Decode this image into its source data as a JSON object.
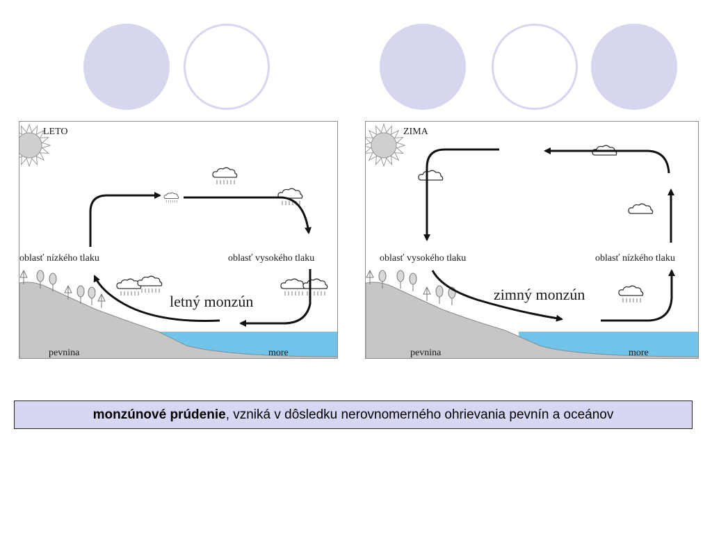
{
  "summer": {
    "season": "LETO",
    "low_pressure": "oblasť nízkého tlaku",
    "high_pressure": "oblasť vysokého tlaku",
    "monsoon": "letný monzún",
    "land": "pevnina",
    "sea": "more"
  },
  "winter": {
    "season": "ZIMA",
    "high_pressure": "oblasť vysokého tlaku",
    "low_pressure": "oblasť nízkého tlaku",
    "monsoon": "zimný monzún",
    "land": "pevnina",
    "sea": "more"
  },
  "caption": {
    "term": "monzúnové prúdenie",
    "text": ", vzniká v dôsledku nerovnomerného ohrievania pevnín a oceánov"
  },
  "colors": {
    "circle": "#d6d6ee",
    "land": "#c6c6c6",
    "sea": "#72c3ea",
    "caption_bg": "#d7d7f4"
  }
}
